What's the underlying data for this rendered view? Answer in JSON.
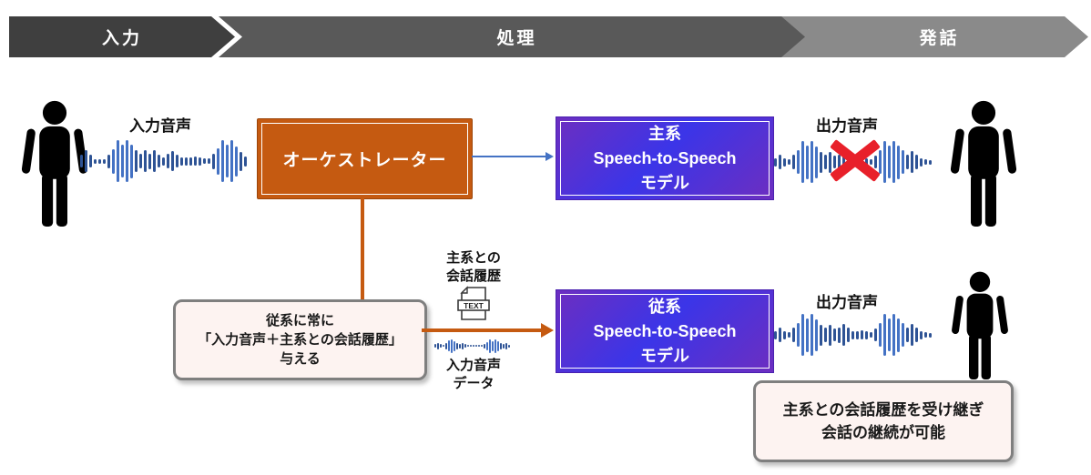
{
  "banner": {
    "stages": [
      {
        "label": "入力",
        "color": "#3f3f3f"
      },
      {
        "label": "処理",
        "color": "#595959"
      },
      {
        "label": "発話",
        "color": "#8a8a8a"
      }
    ]
  },
  "nodes": {
    "orchestrator": {
      "label": "オーケストレーター"
    },
    "primary": {
      "line1": "主系",
      "line2": "Speech-to-Speech",
      "line3": "モデル"
    },
    "secondary": {
      "line1": "従系",
      "line2": "Speech-to-Speech",
      "line3": "モデル"
    }
  },
  "labels": {
    "input_audio": "入力音声",
    "output_audio_top": "出力音声",
    "output_audio_bottom": "出力音声",
    "history_line1": "主系との",
    "history_line2": "会話履歴",
    "text_doc": "TEXT",
    "input_data_line1": "入力音声",
    "input_data_line2": "データ"
  },
  "notes": {
    "feed": {
      "line1": "従系に常に",
      "line2": "「入力音声＋主系との会話履歴」",
      "line3": "与える"
    },
    "continuity": {
      "line1": "主系との会話履歴を受け継ぎ",
      "line2": "会話の継続が可能"
    }
  },
  "colors": {
    "orange": "#c55a11",
    "model_grad_start": "#3b35e8",
    "model_grad_end": "#6d2ec0",
    "blue_arrow": "#4472c4",
    "wave_dark": "#2e5395",
    "wave_light": "#4472c4",
    "note_bg": "#fdf3f1",
    "note_border": "#7f7f7f",
    "red_x": "#e8202a"
  },
  "waveforms": {
    "input": {
      "bar": 3,
      "gap": 2,
      "max": 46,
      "heights": [
        0.3,
        0.52,
        0.3,
        0.1,
        0.1,
        0.1,
        0.32,
        0.58,
        1.0,
        0.78,
        1.0,
        0.8,
        0.52,
        0.34,
        0.52,
        0.36,
        0.52,
        0.3,
        0.2,
        0.34,
        0.48,
        0.3,
        0.2,
        0.2,
        0.2,
        0.22,
        0.2,
        0.14,
        0.12,
        0.36,
        0.62,
        1.0,
        0.78,
        1.0,
        0.72,
        0.46,
        0.24
      ]
    },
    "output_top": {
      "bar": 3,
      "gap": 2,
      "max": 46,
      "heights": [
        0.2,
        0.34,
        0.2,
        0.12,
        0.34,
        0.56,
        1.0,
        0.8,
        1.0,
        0.76,
        0.5,
        0.34,
        0.5,
        0.3,
        0.36,
        0.52,
        0.34,
        0.2,
        0.2,
        0.22,
        0.2,
        0.14,
        0.3,
        0.56,
        1.0,
        0.78,
        1.0,
        0.8,
        0.56,
        0.34,
        0.52,
        0.34,
        0.2,
        0.12,
        0.1
      ]
    },
    "output_bottom": {
      "bar": 3,
      "gap": 2,
      "max": 46,
      "heights": [
        0.2,
        0.34,
        0.2,
        0.12,
        0.34,
        0.56,
        1.0,
        0.8,
        1.0,
        0.76,
        0.5,
        0.34,
        0.5,
        0.3,
        0.36,
        0.52,
        0.34,
        0.2,
        0.2,
        0.22,
        0.2,
        0.14,
        0.3,
        0.56,
        1.0,
        0.78,
        1.0,
        0.8,
        0.56,
        0.34,
        0.52,
        0.34,
        0.2,
        0.12,
        0.1
      ]
    },
    "input_small": {
      "bar": 2,
      "gap": 1,
      "max": 15,
      "heights": [
        0.25,
        0.45,
        0.25,
        0.12,
        0.45,
        0.8,
        1.0,
        0.7,
        0.45,
        0.3,
        0.45,
        0.25,
        0.15,
        0.15,
        0.15,
        0.15,
        0.12,
        0.12,
        0.3,
        0.6,
        1.0,
        0.75,
        1.0,
        0.7,
        0.45,
        0.3,
        0.45,
        0.2
      ]
    }
  }
}
